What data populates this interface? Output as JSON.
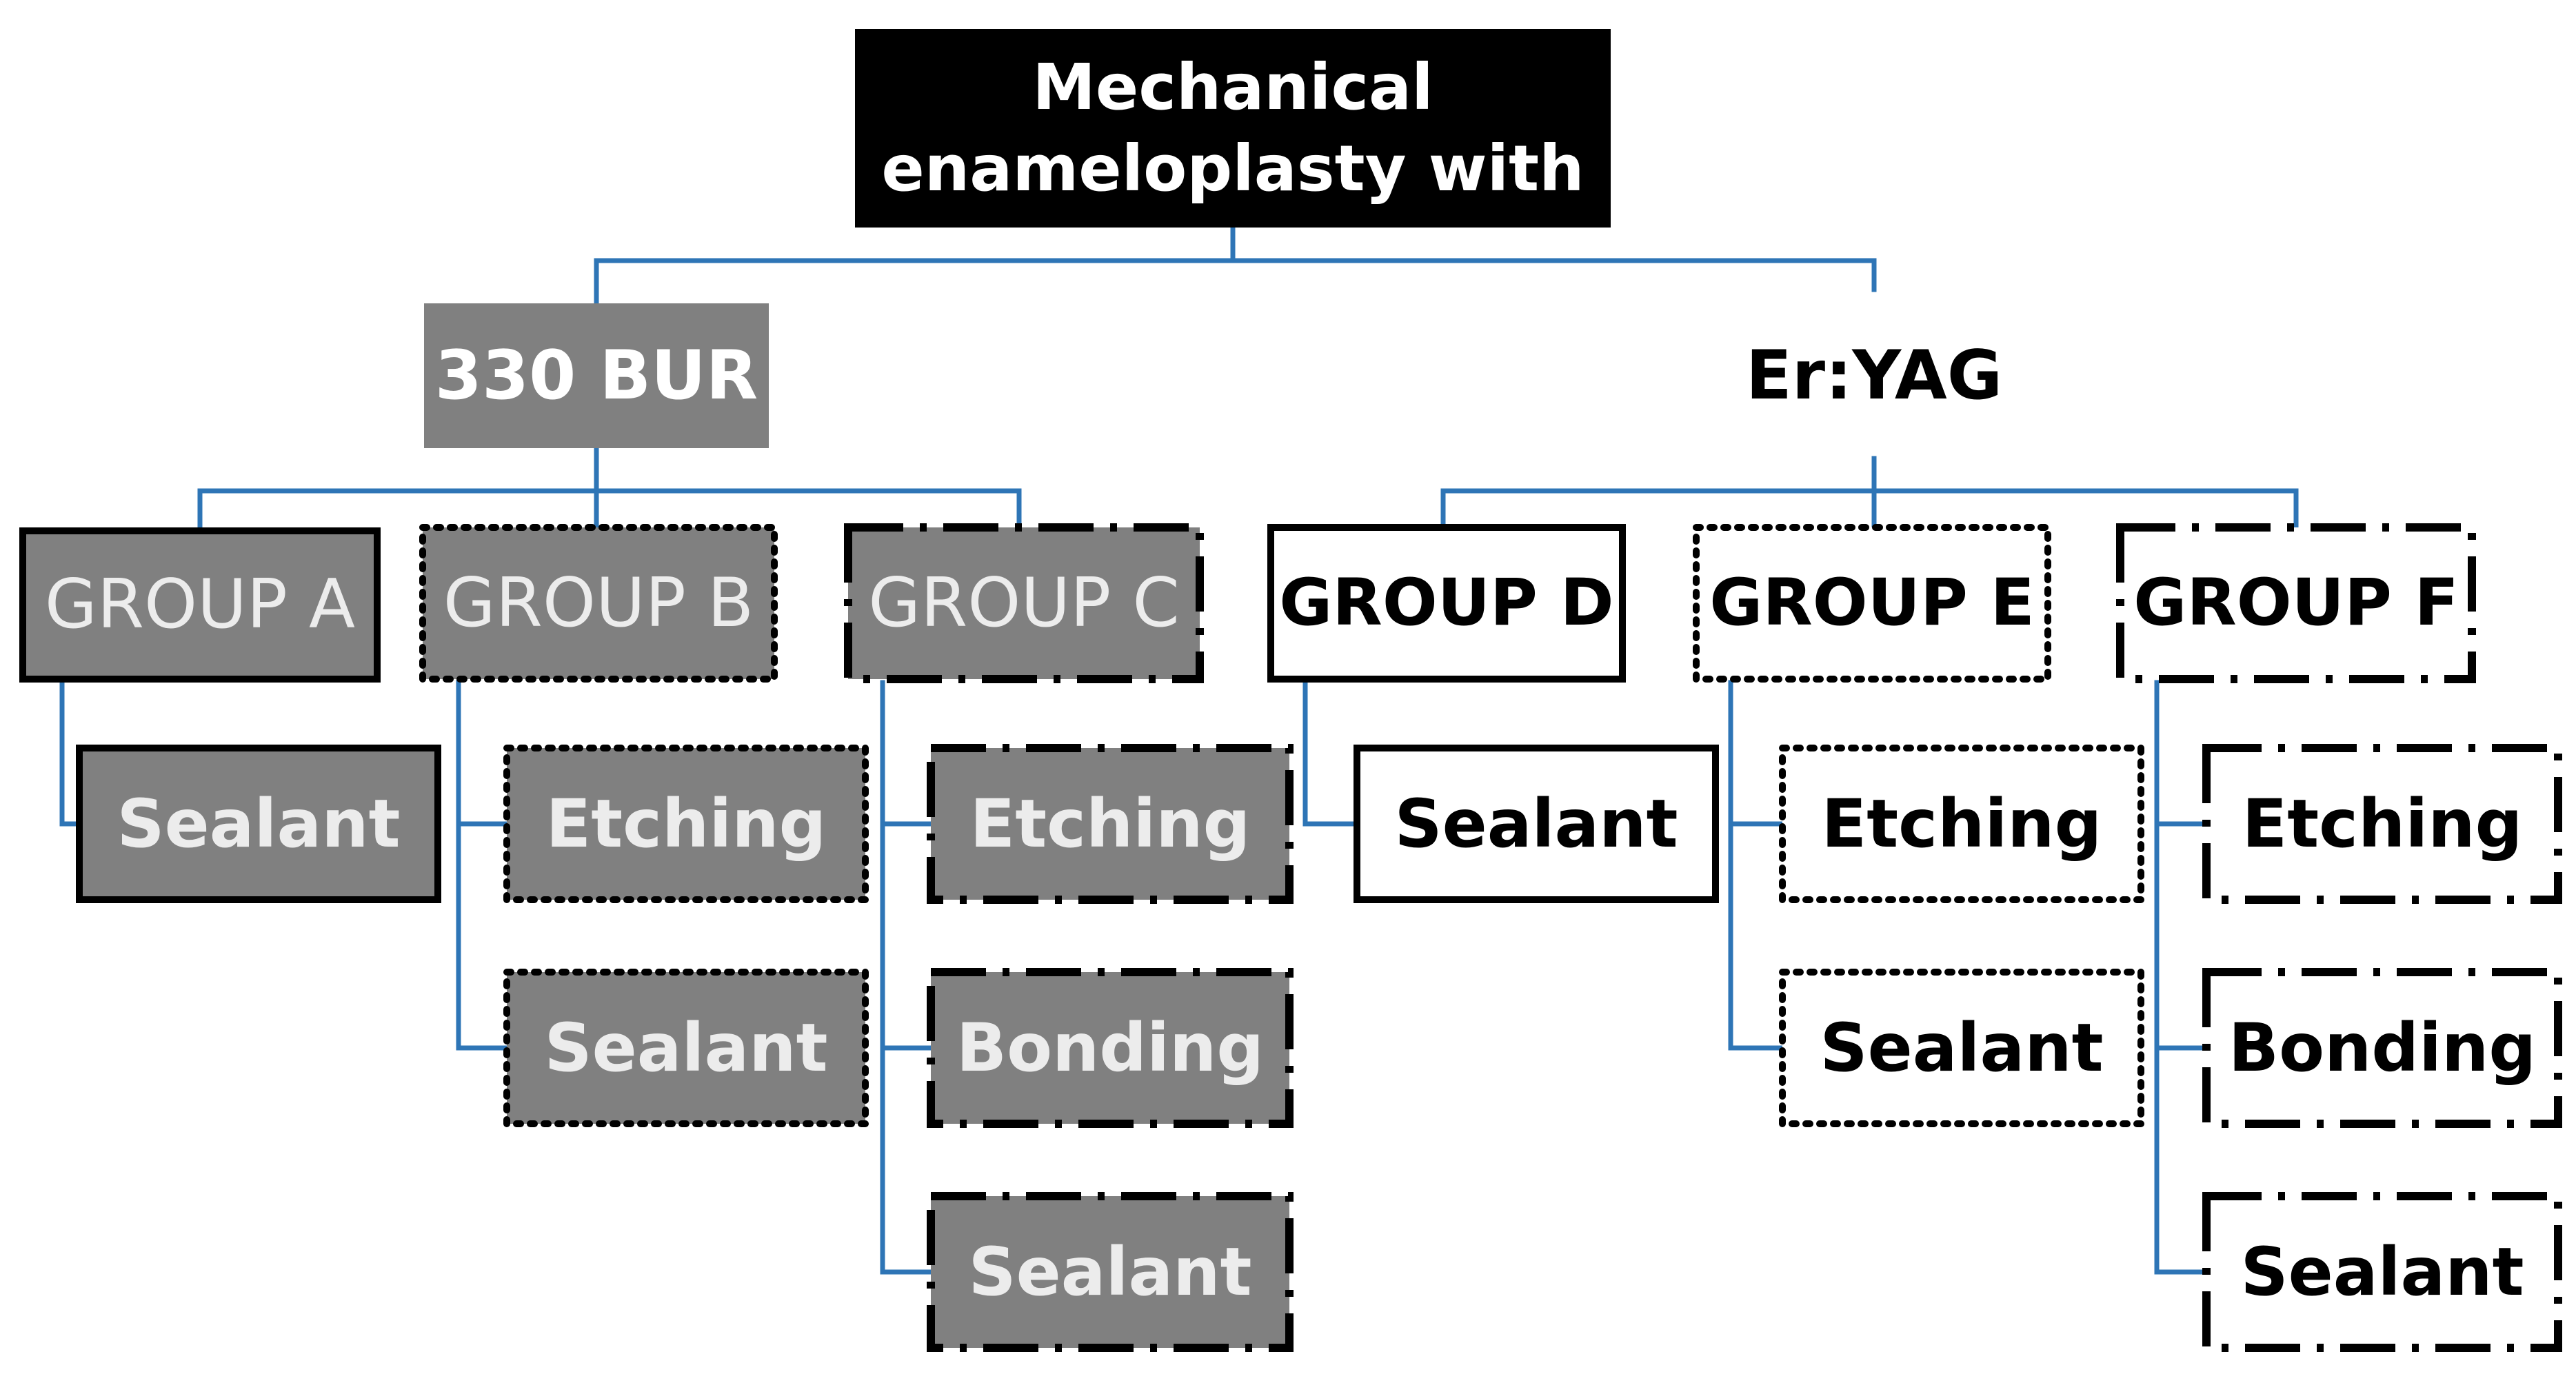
{
  "diagram": {
    "root": {
      "label": "Mechanical enameloplasty with"
    },
    "branches": [
      {
        "label": "330 BUR",
        "groups": [
          {
            "label": "GROUP A",
            "steps": [
              "Sealant"
            ]
          },
          {
            "label": "GROUP B",
            "steps": [
              "Etching",
              "Sealant"
            ]
          },
          {
            "label": "GROUP C",
            "steps": [
              "Etching",
              "Bonding",
              "Sealant"
            ]
          }
        ]
      },
      {
        "label": "Er:YAG",
        "groups": [
          {
            "label": "GROUP D",
            "steps": [
              "Sealant"
            ]
          },
          {
            "label": "GROUP E",
            "steps": [
              "Etching",
              "Sealant"
            ]
          },
          {
            "label": "GROUP F",
            "steps": [
              "Etching",
              "Bonding",
              "Sealant"
            ]
          }
        ]
      }
    ]
  },
  "colors": {
    "connector": "#2e75b6",
    "root_fill": "#000000",
    "gray_fill": "#808080",
    "white_fill": "#ffffff",
    "border": "#000000"
  }
}
